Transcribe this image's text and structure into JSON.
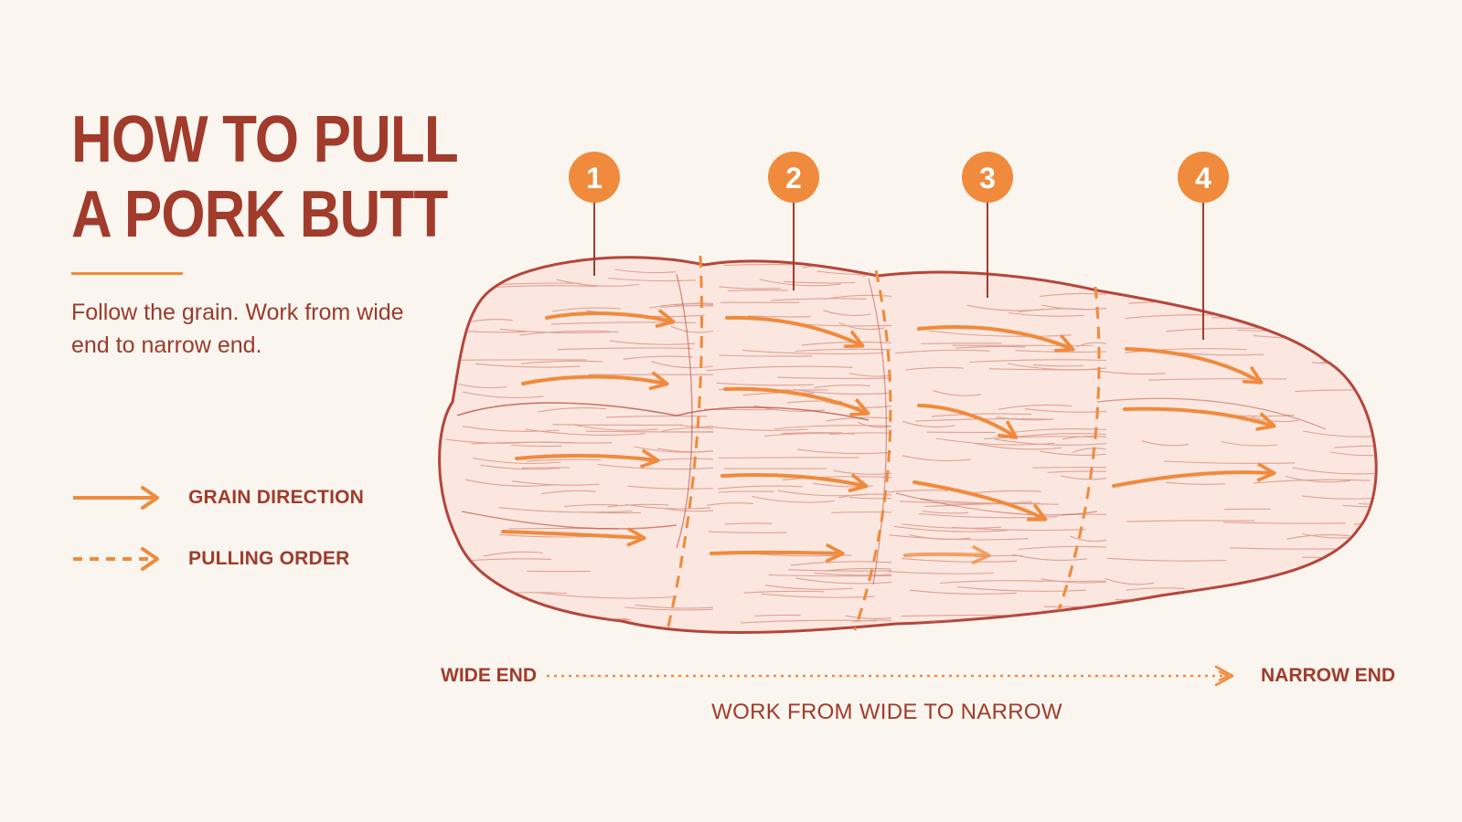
{
  "header": {
    "title_line1": "HOW TO PULL",
    "title_line2": "A PORK BUTT",
    "subtitle": "Follow the grain. Work from wide end to narrow end."
  },
  "legend": {
    "grain_direction": "GRAIN DIRECTION",
    "pulling_order": "PULLING ORDER"
  },
  "steps": [
    "1",
    "2",
    "3",
    "4"
  ],
  "axis": {
    "start": "WIDE END",
    "end": "NARROW END",
    "caption": "WORK FROM WIDE TO NARROW"
  },
  "colors": {
    "background": "#faf6ef",
    "accent_orange": "#f08a3c",
    "text_red": "#a13b2c",
    "meat_fill": "#fbe7df",
    "meat_stroke": "#b5453a"
  }
}
